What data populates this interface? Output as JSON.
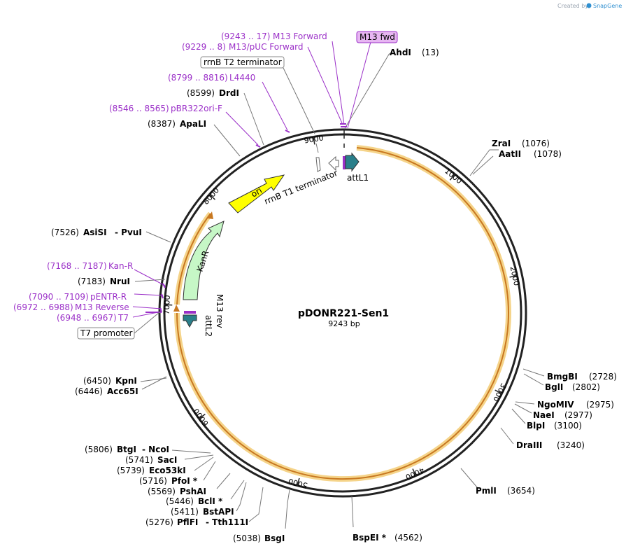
{
  "credit": {
    "prefix": "Created by",
    "brand": "SnapGene"
  },
  "plasmid": {
    "name": "pDONR221-Sen1",
    "length_label": "9243 bp",
    "length": 9243
  },
  "ticks": [
    "1000",
    "2000",
    "3000",
    "4000",
    "5000",
    "6000",
    "7000",
    "8000",
    "9000"
  ],
  "features": {
    "ori": "ori",
    "kanr": "KanR",
    "attl1": "attL1",
    "attl2": "attL2",
    "m13rev": "M13 rev",
    "rrnb_t1": "rrnB T1 terminator"
  },
  "boxed_labels": {
    "m13fwd": "M13 fwd",
    "rrnb_t2": "rrnB T2 terminator",
    "t7_promoter": "T7 promoter"
  },
  "sites": [
    {
      "name": "AhdI",
      "pos": "(13)"
    },
    {
      "name": "ZraI",
      "pos": "(1076)"
    },
    {
      "name": "AatII",
      "pos": "(1078)"
    },
    {
      "name": "BmgBI",
      "pos": "(2728)"
    },
    {
      "name": "BglI",
      "pos": "(2802)"
    },
    {
      "name": "NgoMIV",
      "pos": "(2975)"
    },
    {
      "name": "NaeI",
      "pos": "(2977)"
    },
    {
      "name": "BlpI",
      "pos": "(3100)"
    },
    {
      "name": "DraIII",
      "pos": "(3240)"
    },
    {
      "name": "PmlI",
      "pos": "(3654)"
    },
    {
      "name": "BspEI *",
      "pos": "(4562)"
    },
    {
      "name": "BsgI",
      "pos": "(5038)"
    },
    {
      "name": "PflFI",
      "pos": "(5276)",
      "name2": "- Tth111I"
    },
    {
      "name": "BstAPI",
      "pos": "(5411)"
    },
    {
      "name": "BclI *",
      "pos": "(5446)"
    },
    {
      "name": "PshAI",
      "pos": "(5569)"
    },
    {
      "name": "PfoI *",
      "pos": "(5716)"
    },
    {
      "name": "Eco53kI",
      "pos": "(5739)"
    },
    {
      "name": "SacI",
      "pos": "(5741)"
    },
    {
      "name": "BtgI",
      "pos": "(5806)",
      "name2": "- NcoI"
    },
    {
      "name": "Acc65I",
      "pos": "(6446)"
    },
    {
      "name": "KpnI",
      "pos": "(6450)"
    },
    {
      "name": "NruI",
      "pos": "(7183)"
    },
    {
      "name": "AsiSI",
      "pos": "(7526)",
      "name2": "- PvuI"
    },
    {
      "name": "ApaLI",
      "pos": "(8387)"
    },
    {
      "name": "DrdI",
      "pos": "(8599)"
    }
  ],
  "primers": [
    {
      "range": "(9243 .. 17)",
      "name": "M13 Forward"
    },
    {
      "range": "(9229 .. 8)",
      "name": "M13/pUC Forward"
    },
    {
      "range": "(8799 .. 8816)",
      "name": "L4440"
    },
    {
      "range": "(8546 .. 8565)",
      "name": "pBR322ori-F"
    },
    {
      "range": "(7168 .. 7187)",
      "name": "Kan-R"
    },
    {
      "range": "(7090 .. 7109)",
      "name": "pENTR-R"
    },
    {
      "range": "(6972 .. 6988)",
      "name": "M13 Reverse"
    },
    {
      "range": "(6948 .. 6967)",
      "name": "T7"
    }
  ],
  "colors": {
    "primer": "#9b30c8",
    "ori": "#ffff00",
    "kanr": "#c6f7c6",
    "att": "#2a7f8a",
    "insert_halo": "#f5d48a",
    "insert": "#c87820",
    "boxed_primer_fill": "#e7b6f2"
  }
}
